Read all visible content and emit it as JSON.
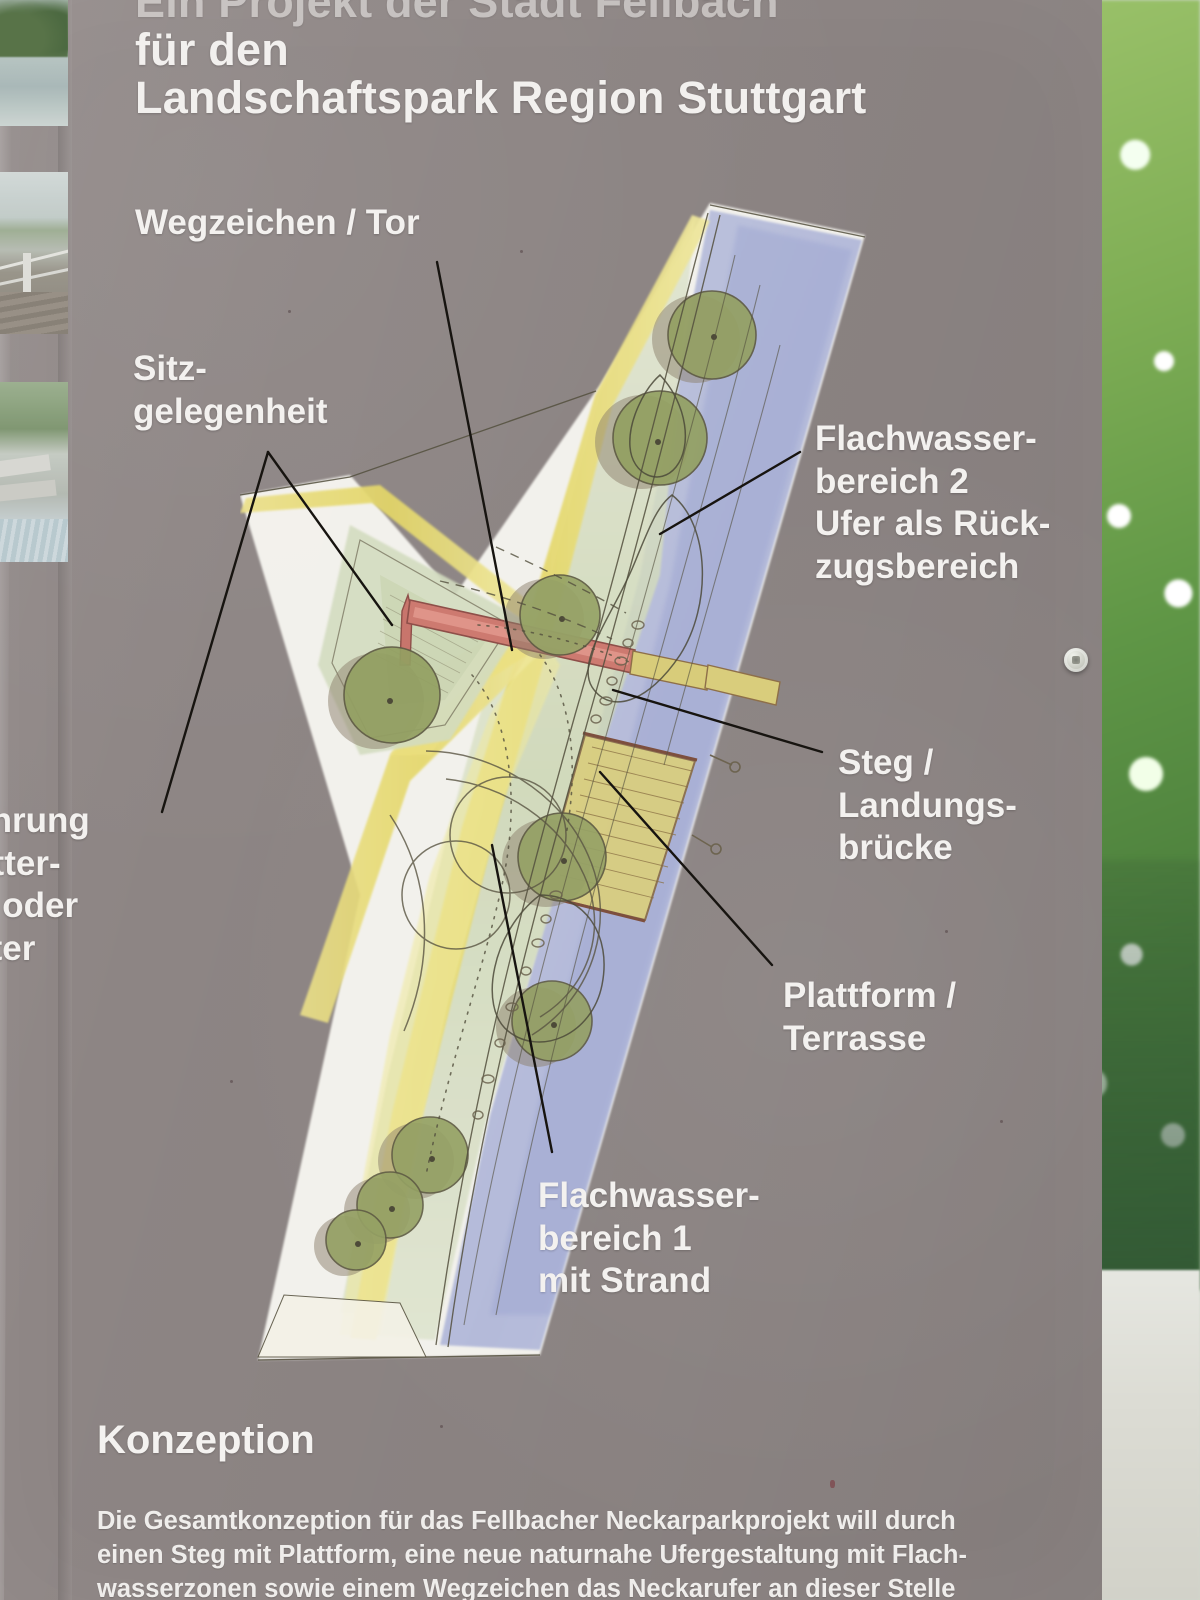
{
  "panel": {
    "background_color": "#8d8584",
    "text_color": "#f2f0ee"
  },
  "header": {
    "line1": "Ein Projekt der Stadt Fellbach",
    "line2": "für den",
    "line3": "Landschaftspark Region Stuttgart"
  },
  "photos": [
    {
      "caption": "river-bank-with-trees"
    },
    {
      "caption": "wooden-deck-with-railing-at-river"
    },
    {
      "caption": "stone-steps-at-water"
    }
  ],
  "callouts": [
    {
      "id": "wegzeichen",
      "text": "Wegzeichen / Tor"
    },
    {
      "id": "sitzgelegenheit",
      "text": "Sitz-\ngelegenheit"
    },
    {
      "id": "flachwasserbereich2",
      "text": "Flachwasser-\nbereich 2\nUfer als Rück-\nzugsbereich"
    },
    {
      "id": "steg",
      "text": "Steg /\nLandungs-\nbrücke"
    },
    {
      "id": "plattform",
      "text": "Plattform /\nTerrasse"
    },
    {
      "id": "flachwasserbereich1",
      "text": "Flachwasser-\nbereich 1\nmit Strand"
    },
    {
      "id": "left-cut-off",
      "text": "...ahrung\n...otter-\n...n oder\n...ster"
    }
  ],
  "konzeption": {
    "heading": "Konzeption",
    "lines": [
      "Die Gesamtkonzeption für das Fellbacher Neckarparkprojekt will durch",
      "einen Steg mit Plattform, eine neue naturnahe Ufergestaltung mit Flach-",
      "wasserzonen sowie einem Wegzeichen das Neckarufer an dieser Stelle"
    ]
  },
  "hardware": {
    "screw": "screw-fastener"
  },
  "map": {
    "description": "watercolour site plan of Neckar riverbank with jetty, platform, shallow-water zones, paths and trees",
    "colors": {
      "path_yellow": "#e8dc7a",
      "water_blue": "#a7aed8",
      "meadow_green": "#c3d0ab",
      "tree_green": "#8d9a5c",
      "jetty_red": "#c46a60",
      "sand_white": "#f2f0e8"
    }
  }
}
